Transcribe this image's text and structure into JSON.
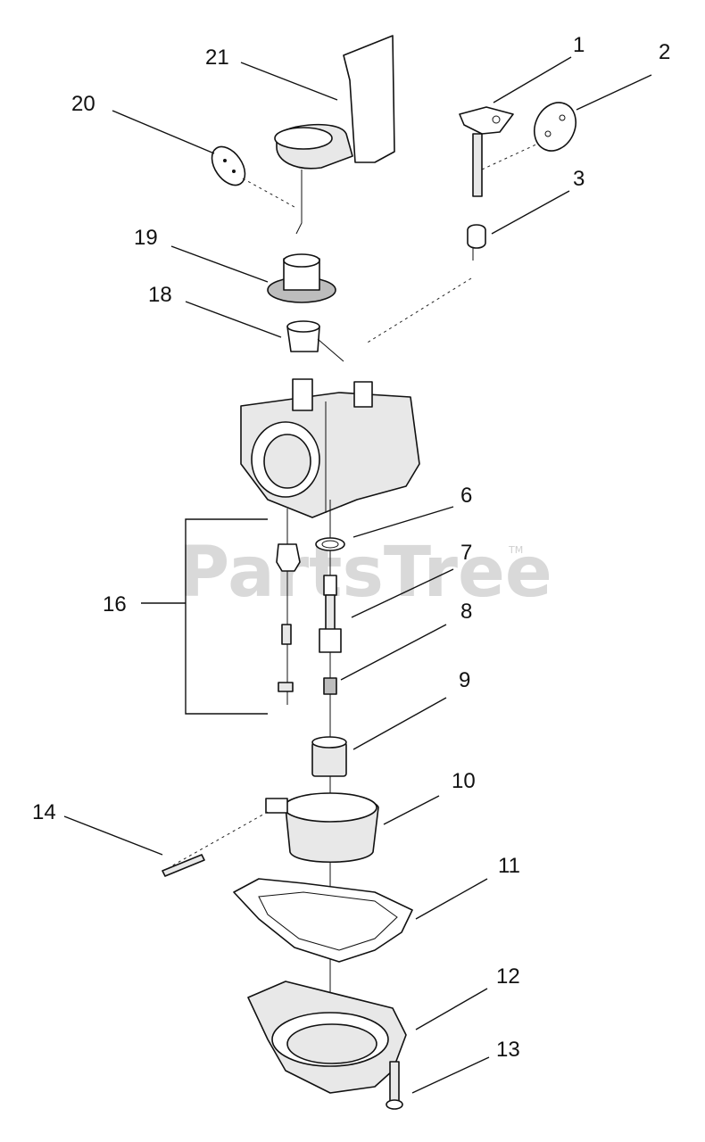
{
  "watermark": {
    "text": "PartsTree",
    "tm": "TM"
  },
  "callouts": [
    {
      "id": "1",
      "label": "1"
    },
    {
      "id": "2",
      "label": "2"
    },
    {
      "id": "3",
      "label": "3"
    },
    {
      "id": "6",
      "label": "6"
    },
    {
      "id": "7",
      "label": "7"
    },
    {
      "id": "8",
      "label": "8"
    },
    {
      "id": "9",
      "label": "9"
    },
    {
      "id": "10",
      "label": "10"
    },
    {
      "id": "11",
      "label": "11"
    },
    {
      "id": "12",
      "label": "12"
    },
    {
      "id": "13",
      "label": "13"
    },
    {
      "id": "14",
      "label": "14"
    },
    {
      "id": "16",
      "label": "16"
    },
    {
      "id": "18",
      "label": "18"
    },
    {
      "id": "19",
      "label": "19"
    },
    {
      "id": "20",
      "label": "20"
    },
    {
      "id": "21",
      "label": "21"
    }
  ]
}
